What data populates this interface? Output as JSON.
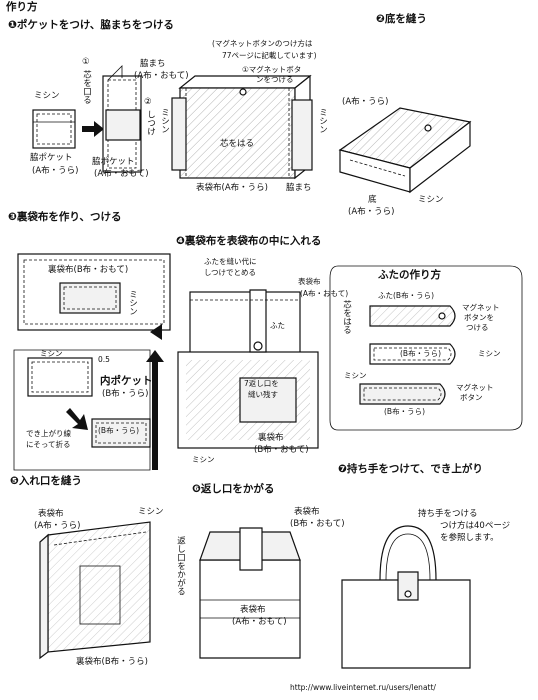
{
  "title": "作り方",
  "steps": {
    "s1": {
      "num": "❶",
      "text": "ポケットをつけ、脇まちをつける"
    },
    "s2": {
      "num": "❷",
      "text": "底を縫う"
    },
    "s3": {
      "num": "❸",
      "text": "裏袋布を作り、つける"
    },
    "s4": {
      "num": "❹",
      "text": "裏袋布を表袋布の中に入れる"
    },
    "s5": {
      "num": "❺",
      "text": "入れ口を縫う"
    },
    "s6": {
      "num": "❻",
      "text": "返し口をかがる"
    },
    "s7": {
      "num": "❼",
      "text": "持ち手をつけて、でき上がり"
    }
  },
  "labels": {
    "mishin": "ミシン",
    "waki_pocket": "脇ポケット",
    "a_ura": "(A布・うら)",
    "a_omote": "(A布・おもて)",
    "b_ura": "(B布・うら)",
    "b_omote": "(B布・おもて)",
    "num1": "①",
    "num2": "②",
    "fold_mouth": "芯を口る",
    "attach": "しつけ",
    "wakimachi": "脇まち",
    "magnet_note_line1": "(マグネットボタンのつけ方は",
    "magnet_note_line2": "77ページに記載しています)",
    "magnet_line1": "マグネットボタ",
    "magnet_line2": "ンをつける",
    "shin_hari": "芯をはる",
    "omote_fukuro": "表袋布",
    "soko": "底",
    "uru_fukuro": "裏袋布",
    "uchi_pocket": "内ポケット",
    "dim_05": "0.5",
    "dekiagari_line1": "でき上がり線",
    "dekiagari_line2": "にそって折る",
    "futa_note_line1": "ふたを縫い代に",
    "futa_note_line2": "しつけでとめる",
    "futa": "ふた",
    "kaeshi_line1": "7返し口を",
    "kaeshi_line2": "縫い残す",
    "futa_howto": "ふたの作り方",
    "shin": "芯をはる",
    "magnet_btn_line1": "マグネット",
    "magnet_btn_line2": "ボタンを",
    "magnet_btn_line3": "つける",
    "magnet_btn2_line1": "マグネット",
    "magnet_btn2_line2": "ボタン",
    "kaeshi_kagaru": "返し口をかがる",
    "handle_line1": "持ち手をつける",
    "handle_line2": "つけ方は40ページ",
    "handle_line3": "を参照します。",
    "watermark": "http://www.liveinternet.ru/users/lenatt/"
  }
}
